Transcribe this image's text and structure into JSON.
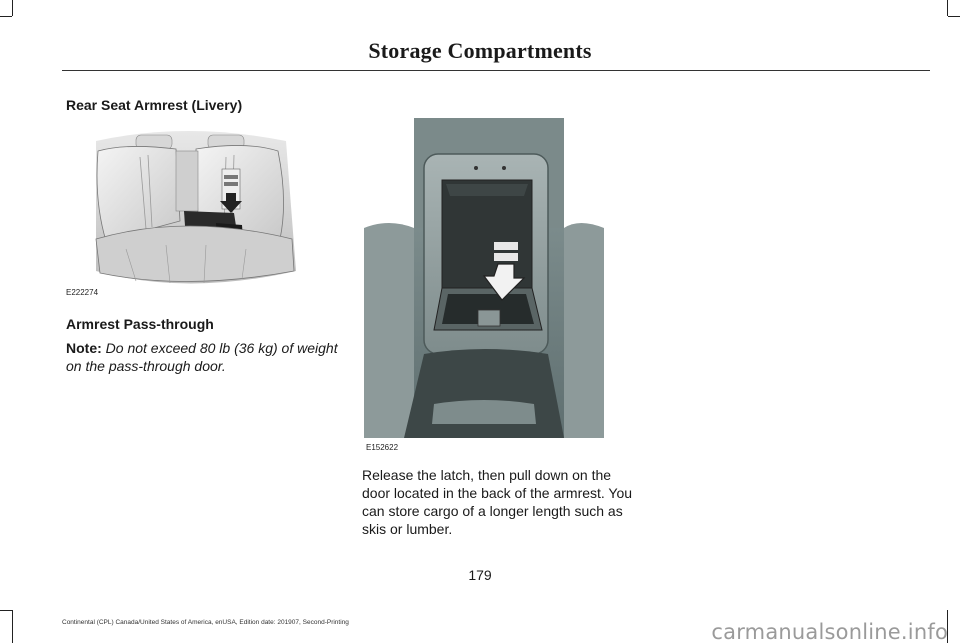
{
  "header": {
    "title": "Storage Compartments"
  },
  "sections": {
    "armrest_heading": "Rear Seat Armrest (Livery)",
    "passthrough_heading": "Armrest Pass-through",
    "note_label": "Note:",
    "note_text": "Do not exceed 80 lb (36 kg) of weight on the pass-through door.",
    "release_text": "Release the latch, then pull down on the door located in the back of the armrest. You can store cargo of a longer length such as skis or lumber."
  },
  "figures": {
    "seat": {
      "code": "E222274"
    },
    "armrest": {
      "code": "E152622"
    }
  },
  "footer": {
    "page_number": "179",
    "edition": "Continental (CPL) Canada/United States of America, enUSA, Edition date: 201907, Second-Printing"
  },
  "watermark": "carmanualsonline.info"
}
